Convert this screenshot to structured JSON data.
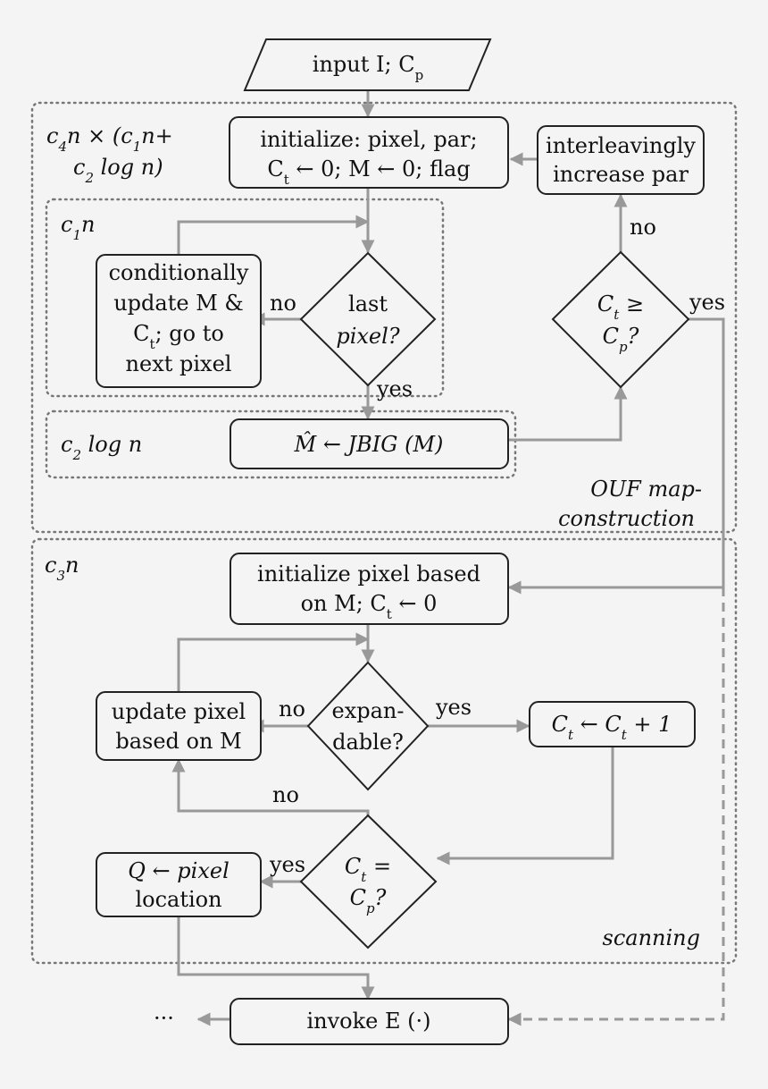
{
  "nodes": {
    "input": "input I; C_p",
    "init1_line1": "initialize: pixel, par;",
    "init1_line2": "C_t ← 0; M ← 0; flag",
    "interleave_line1": "interleavingly",
    "interleave_line2": "increase par",
    "cond_update_line1": "conditionally",
    "cond_update_line2": "update M &",
    "cond_update_line3": "C_t; go to",
    "cond_update_line4": "next pixel",
    "last_pixel_line1": "last",
    "last_pixel_line2": "pixel?",
    "ct_ge_cp_line1": "C_t ≥",
    "ct_ge_cp_line2": "C_p?",
    "jbig": "M̂ ← JBIG (M)",
    "init2_line1": "initialize pixel based",
    "init2_line2": "on M; C_t ← 0",
    "expandable_line1": "expan-",
    "expandable_line2": "dable?",
    "update_pixel_line1": "update pixel",
    "update_pixel_line2": "based on M",
    "ct_inc": "C_t ← C_t + 1",
    "ct_eq_cp_line1": "C_t =",
    "ct_eq_cp_line2": "C_p?",
    "q_pixel_line1": "Q ← pixel",
    "q_pixel_line2": "location",
    "invoke": "invoke E (·)"
  },
  "edge_labels": {
    "last_pixel_no": "no",
    "last_pixel_yes": "yes",
    "ct_ge_no": "no",
    "ct_ge_yes": "yes",
    "expandable_no": "no",
    "expandable_yes": "yes",
    "ct_eq_no": "no",
    "ct_eq_yes": "yes",
    "ellipsis": "···"
  },
  "regions": {
    "outer_complexity_line1": "c_4n × (c_1n+",
    "outer_complexity_line2": "c_2 log n)",
    "inner_c1n": "c_1n",
    "inner_c2logn": "c_2 log n",
    "map_construction_line1": "OUF map-",
    "map_construction_line2": "construction",
    "scanning_complexity": "c_3n",
    "scanning_label": "scanning"
  }
}
